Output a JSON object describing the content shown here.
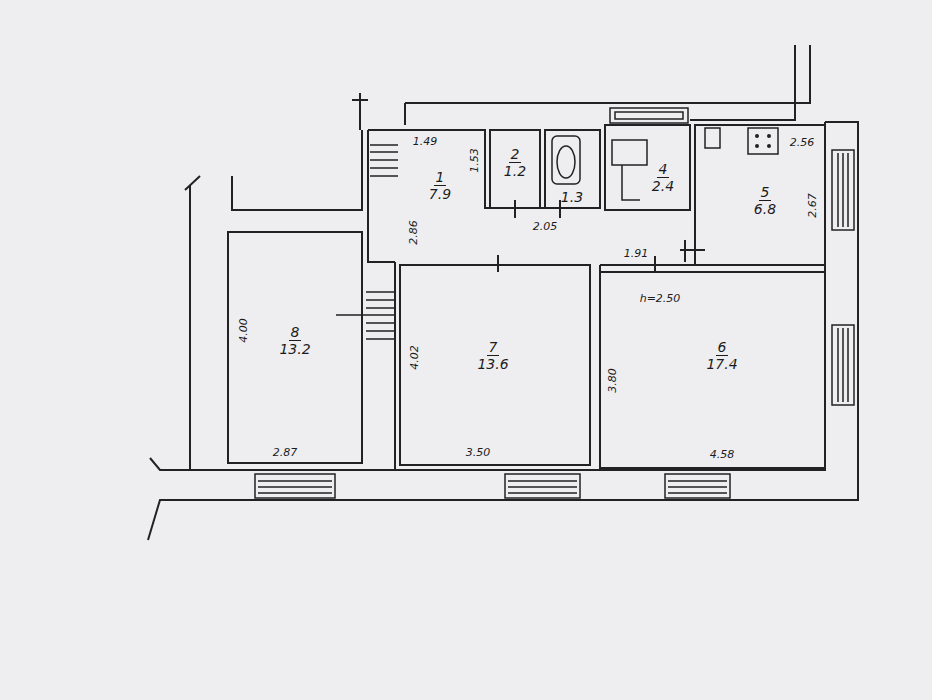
{
  "diagram": {
    "nodes": [
      {
        "text": [
          "1",
          "7.9"
        ]
      },
      {
        "text": [
          "2",
          "1.2"
        ]
      },
      {
        "text": [
          "1.3"
        ]
      },
      {
        "text": [
          "4",
          "2.4"
        ]
      },
      {
        "text": [
          "5",
          "6.8"
        ]
      },
      {
        "text": [
          "8",
          "13.2"
        ]
      },
      {
        "text": [
          "7",
          "13.6"
        ]
      },
      {
        "text": [
          "6",
          "17.4"
        ]
      }
    ],
    "labels": [
      "1.49",
      "1.53",
      "2.86",
      "2.05",
      "1.91",
      "2.56",
      "2.67",
      "4.00",
      "2.87",
      "4.02",
      "3.50",
      "3.80",
      "4.58",
      "h=2.50"
    ]
  }
}
